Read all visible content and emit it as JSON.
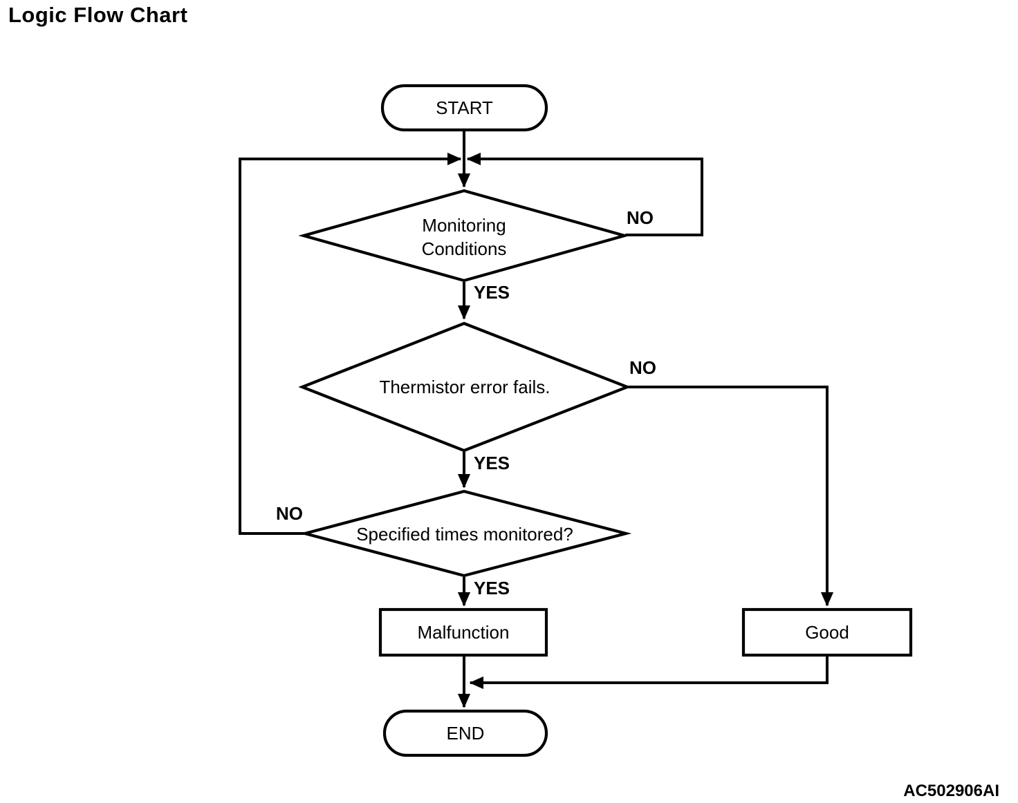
{
  "title": "Logic Flow Chart",
  "figure_code": "AC502906AI",
  "colors": {
    "line": "#000000",
    "background": "#ffffff",
    "text": "#000000"
  },
  "flowchart": {
    "nodes": {
      "start": "START",
      "decision_monitoring": "Monitoring\nConditions",
      "decision_thermistor": "Thermistor error fails.",
      "decision_specified": "Specified times monitored?",
      "malfunction": "Malfunction",
      "good": "Good",
      "end": "END"
    },
    "branch_labels": {
      "monitoring_no": "NO",
      "monitoring_yes": "YES",
      "thermistor_no": "NO",
      "thermistor_yes": "YES",
      "specified_no": "NO",
      "specified_yes": "YES"
    },
    "edges": [
      {
        "from": "START",
        "to": "Monitoring Conditions"
      },
      {
        "from": "Monitoring Conditions",
        "branch": "NO",
        "to": "loop back to entry junction (right side)"
      },
      {
        "from": "Monitoring Conditions",
        "branch": "YES",
        "to": "Thermistor error fails."
      },
      {
        "from": "Thermistor error fails.",
        "branch": "NO",
        "to": "Good"
      },
      {
        "from": "Thermistor error fails.",
        "branch": "YES",
        "to": "Specified times monitored?"
      },
      {
        "from": "Specified times monitored?",
        "branch": "NO",
        "to": "loop back to entry junction (left side)"
      },
      {
        "from": "Specified times monitored?",
        "branch": "YES",
        "to": "Malfunction"
      },
      {
        "from": "Malfunction",
        "to": "END"
      },
      {
        "from": "Good",
        "to": "END"
      }
    ]
  }
}
